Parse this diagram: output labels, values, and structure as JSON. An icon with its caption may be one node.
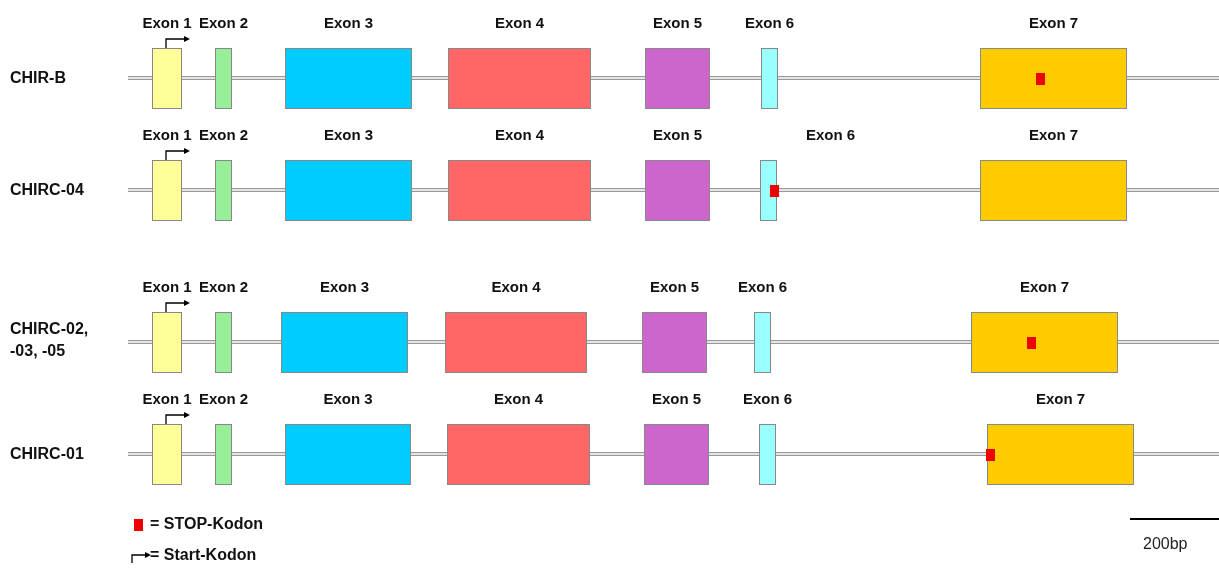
{
  "diagram": {
    "nodes": [
      {
        "text": [
          "Exon 1"
        ]
      },
      {
        "text": [
          "Exon 2"
        ]
      },
      {
        "text": [
          "Exon 3"
        ]
      },
      {
        "text": [
          "Exon 4"
        ]
      },
      {
        "text": [
          "Exon 5"
        ]
      },
      {
        "text": [
          "Exon 6"
        ]
      },
      {
        "text": [
          "Exon 7"
        ]
      },
      {
        "text": [],
        "shape": "box",
        "in": 6
      },
      {
        "text": [
          "Exon 1"
        ]
      },
      {
        "text": [
          "Exon 2"
        ]
      },
      {
        "text": [
          "Exon 3"
        ]
      },
      {
        "text": [
          "Exon 4"
        ]
      },
      {
        "text": [
          "Exon 5"
        ]
      },
      {
        "text": [
          "Exon 6"
        ]
      },
      {
        "text": [],
        "shape": "box",
        "in": 13
      },
      {
        "text": [
          "Exon 7"
        ]
      },
      {
        "text": [
          "Exon 1"
        ]
      },
      {
        "text": [
          "Exon 2"
        ]
      },
      {
        "text": [
          "Exon 3"
        ]
      },
      {
        "text": [
          "Exon 4"
        ]
      },
      {
        "text": [
          "Exon 5"
        ]
      },
      {
        "text": [
          "Exon 6"
        ]
      },
      {
        "text": [
          "Exon 7"
        ]
      },
      {
        "text": [],
        "shape": "box",
        "in": 22
      },
      {
        "text": [
          "Exon 1"
        ]
      },
      {
        "text": [
          "Exon 2"
        ]
      },
      {
        "text": [
          "Exon 3"
        ]
      },
      {
        "text": [
          "Exon 4"
        ]
      },
      {
        "text": [
          "Exon 5"
        ]
      },
      {
        "text": [
          "Exon 6"
        ]
      },
      {
        "text": [
          "Exon 7"
        ]
      },
      {
        "text": [],
        "shape": "box",
        "in": 30
      }
    ],
    "labels": [
      "CHIR-B",
      "CHIRC-04",
      "CHIRC-02, -03, -05",
      "CHIRC-01",
      "200bp"
    ],
    "legend": [
      {
        "text": "= STOP-Kodon",
        "color": "#ee0000"
      },
      {
        "text": "= Start-Kodon"
      }
    ]
  }
}
